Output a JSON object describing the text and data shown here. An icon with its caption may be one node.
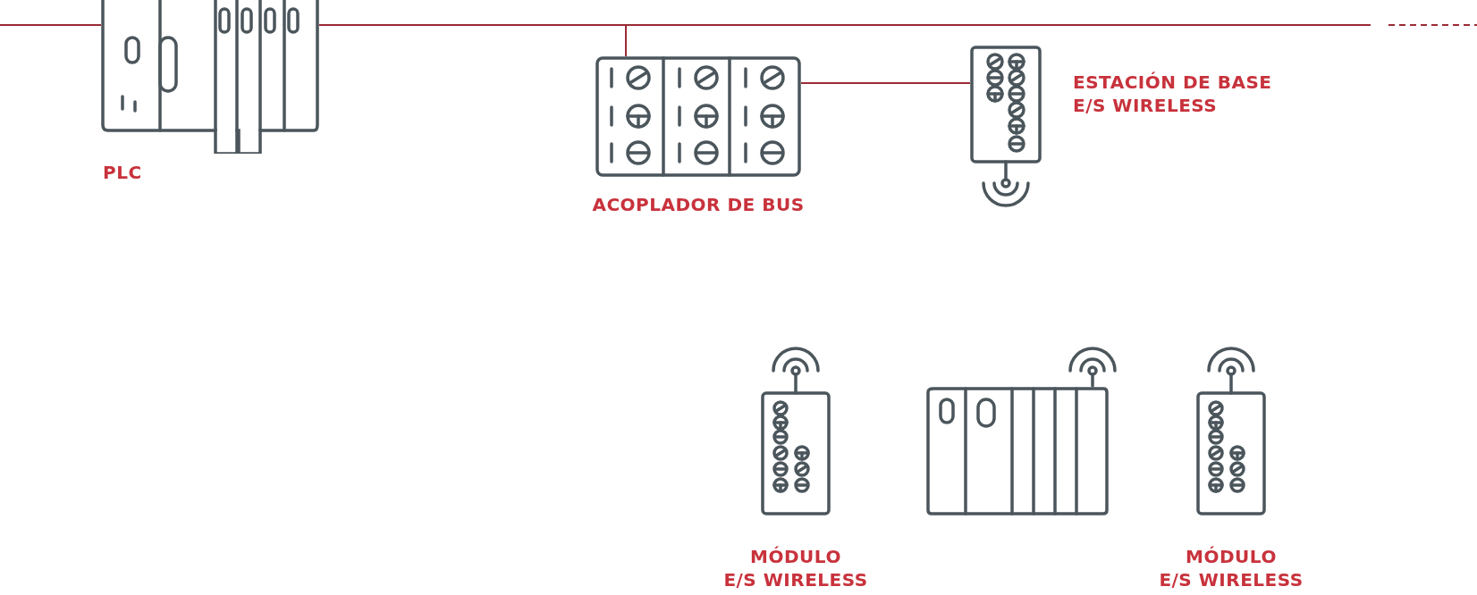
{
  "diagram": {
    "nodes": [
      {
        "text": [
          "PLC"
        ]
      },
      {
        "text": [
          "ACOPLADOR DE BUS"
        ]
      },
      {
        "text": [
          "ESTACIÓN DE BASE E/S WIRELESS"
        ]
      },
      {
        "text": [
          "MÓDULO E/S WIRELESS"
        ]
      },
      {
        "text": [],
        "shape": "picture"
      },
      {
        "text": [
          "MÓDULO E/S WIRELESS"
        ]
      }
    ],
    "edges": [
      {
        "from": null,
        "to": 0,
        "arrow": "none"
      },
      {
        "from": 0,
        "to": 1,
        "arrow": "none"
      },
      {
        "from": 1,
        "to": 2,
        "arrow": "none"
      },
      {
        "from": 0,
        "to": null,
        "arrow": "none"
      }
    ]
  }
}
